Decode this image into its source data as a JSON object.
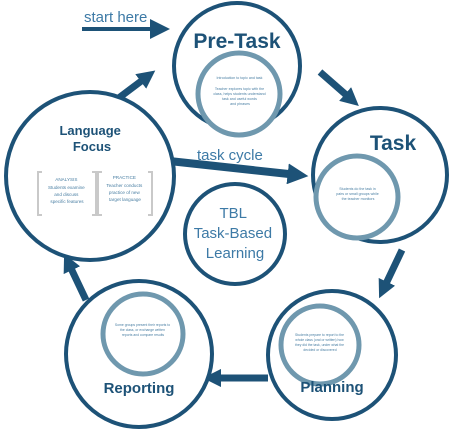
{
  "colors": {
    "dark": "#1d5277",
    "light": "#6f98ae",
    "inner_fill": "#ffffff",
    "small_text": "#4a7fa3"
  },
  "start_label": "start here",
  "cycle_label": "task cycle",
  "center": {
    "line1": "TBL",
    "line2": "Task-Based",
    "line3": "Learning"
  },
  "stages": {
    "pretask": {
      "title": "Pre-Task",
      "lines": [
        "Introduction to topic and task",
        "Teacher explores topic with the",
        "class, helps students understand",
        "task and useful words",
        "and phrases"
      ]
    },
    "task": {
      "title": "Task",
      "lines": [
        "Students do the task in",
        "pairs or small groups while",
        "the teacher monitors"
      ]
    },
    "planning": {
      "title": "Planning",
      "lines": [
        "Students prepare to report to the",
        "whole class (oral or written) how",
        "they did the task, under what the",
        "decided or discovered"
      ]
    },
    "reporting": {
      "title": "Reporting",
      "lines": [
        "Some groups present their reports to",
        "the class, or exchange written",
        "reports and compare results"
      ]
    },
    "language_focus": {
      "title_line1": "Language",
      "title_line2": "Focus",
      "analysis": {
        "heading": "ANALYSIS",
        "lines": [
          "Students examine",
          "and discuss",
          "specific features"
        ]
      },
      "practice": {
        "heading": "PRACTICE",
        "lines": [
          "Teacher conducts",
          "practice of new",
          "target language"
        ]
      }
    }
  }
}
